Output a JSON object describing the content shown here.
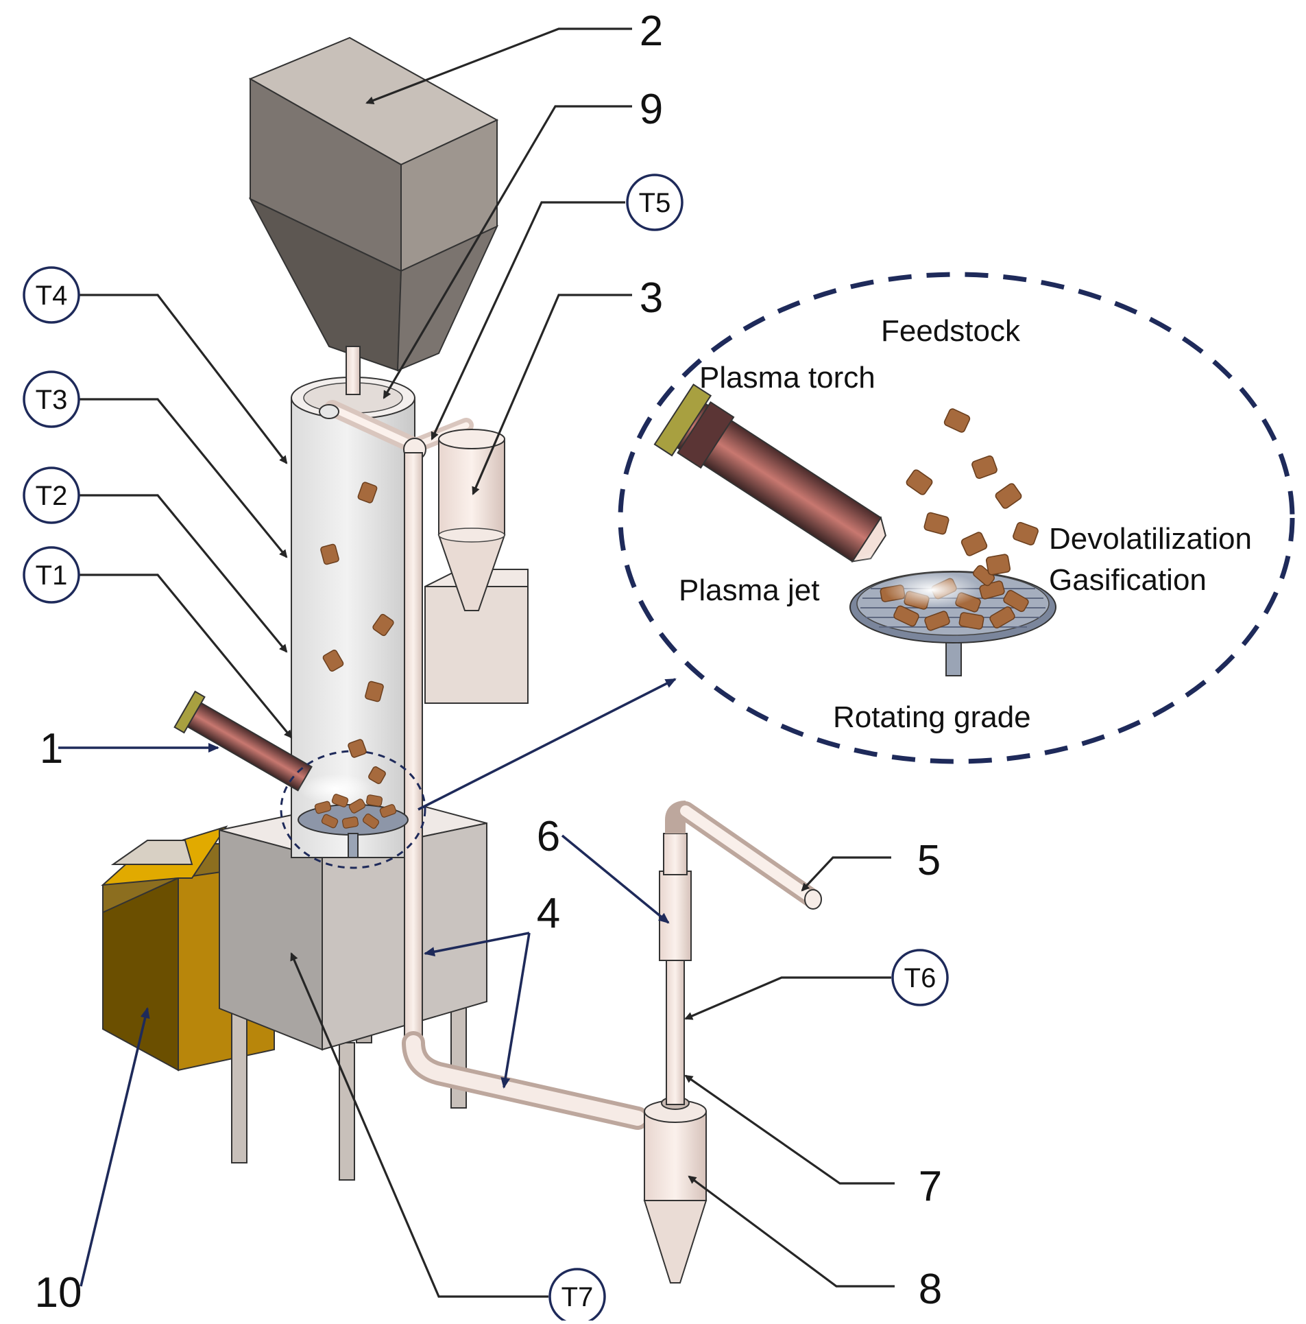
{
  "callouts": {
    "n1": "1",
    "n2": "2",
    "n3": "3",
    "n4": "4",
    "n5": "5",
    "n6": "6",
    "n7": "7",
    "n8": "8",
    "n9": "9",
    "n10": "10"
  },
  "sensors": {
    "t1": "T1",
    "t2": "T2",
    "t3": "T3",
    "t4": "T4",
    "t5": "T5",
    "t6": "T6",
    "t7": "T7"
  },
  "inset": {
    "feedstock": "Feedstock",
    "plasma_torch": "Plasma torch",
    "devolatilization": "Devolatilization",
    "gasification": "Gasification",
    "plasma_jet": "Plasma jet",
    "rotating_grade": "Rotating grade"
  },
  "colors": {
    "hopper": "#8e8781",
    "column": "#e8e8e8",
    "pipe": "#f2e4de",
    "chamber": "#aeaaa6",
    "power_unit": "#d9a400",
    "particle": "#a66a3d",
    "inset_border": "#1e2a5a",
    "label_ink": "#111111"
  }
}
